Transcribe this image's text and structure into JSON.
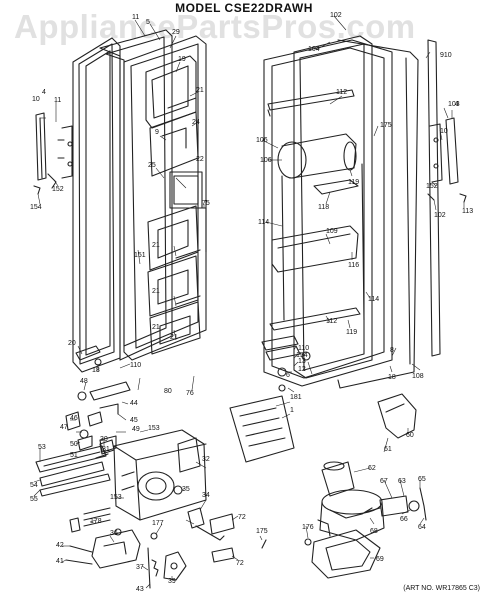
{
  "title": "MODEL CSE22DRAWH",
  "watermark": "AppliancePartsPros.com",
  "art_number": "(ART NO. WR17865 C3)",
  "part_labels": [
    "11",
    "5",
    "29",
    "19",
    "4",
    "10",
    "11",
    "21",
    "24",
    "9",
    "25",
    "22",
    "152",
    "154",
    "75",
    "21",
    "151",
    "21",
    "21",
    "21",
    "20",
    "18",
    "110",
    "80",
    "76",
    "102",
    "104",
    "910",
    "112",
    "175",
    "106",
    "106",
    "119",
    "118",
    "114",
    "109",
    "116",
    "114",
    "112",
    "119",
    "8",
    "18",
    "108",
    "103",
    "4",
    "10",
    "152",
    "102",
    "113",
    "154",
    "110",
    "13",
    "12",
    "6",
    "181",
    "48",
    "44",
    "45",
    "46",
    "49",
    "47",
    "50",
    "153",
    "51",
    "30",
    "31",
    "53",
    "32",
    "54",
    "55",
    "153",
    "35",
    "34",
    "178",
    "177",
    "36",
    "42",
    "41",
    "37",
    "43",
    "39",
    "72",
    "175",
    "72",
    "61",
    "62",
    "67",
    "63",
    "65",
    "60",
    "66",
    "64",
    "68",
    "176",
    "69",
    "1"
  ]
}
